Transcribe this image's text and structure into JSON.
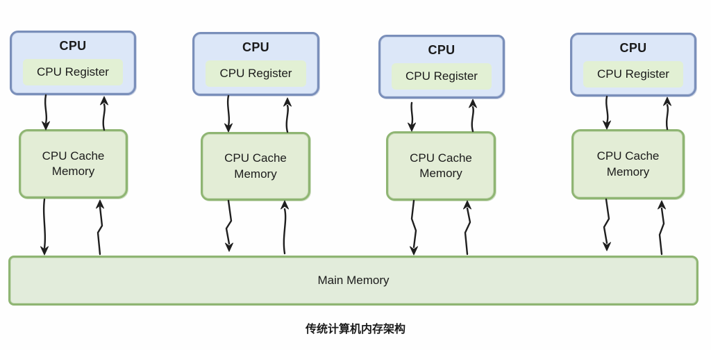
{
  "caption": "传统计算机内存架构",
  "groups": [
    {
      "cpu_label": "CPU",
      "register_label": "CPU Register",
      "cache_label": "CPU Cache Memory"
    },
    {
      "cpu_label": "CPU",
      "register_label": "CPU Register",
      "cache_label": "CPU Cache Memory"
    },
    {
      "cpu_label": "CPU",
      "register_label": "CPU Register",
      "cache_label": "CPU Cache Memory"
    },
    {
      "cpu_label": "CPU",
      "register_label": "CPU Register",
      "cache_label": "CPU Cache Memory"
    }
  ],
  "main_memory": {
    "label": "Main Memory"
  },
  "colors": {
    "cpu_fill": "#dce7f8",
    "cpu_border": "#7a8fba",
    "register_fill": "#e2f0d4",
    "cache_fill": "#e3edd6",
    "cache_border": "#8fb573",
    "memory_fill": "#e2ecdb",
    "memory_border": "#8fb573",
    "arrow": "#1f1f1f"
  }
}
